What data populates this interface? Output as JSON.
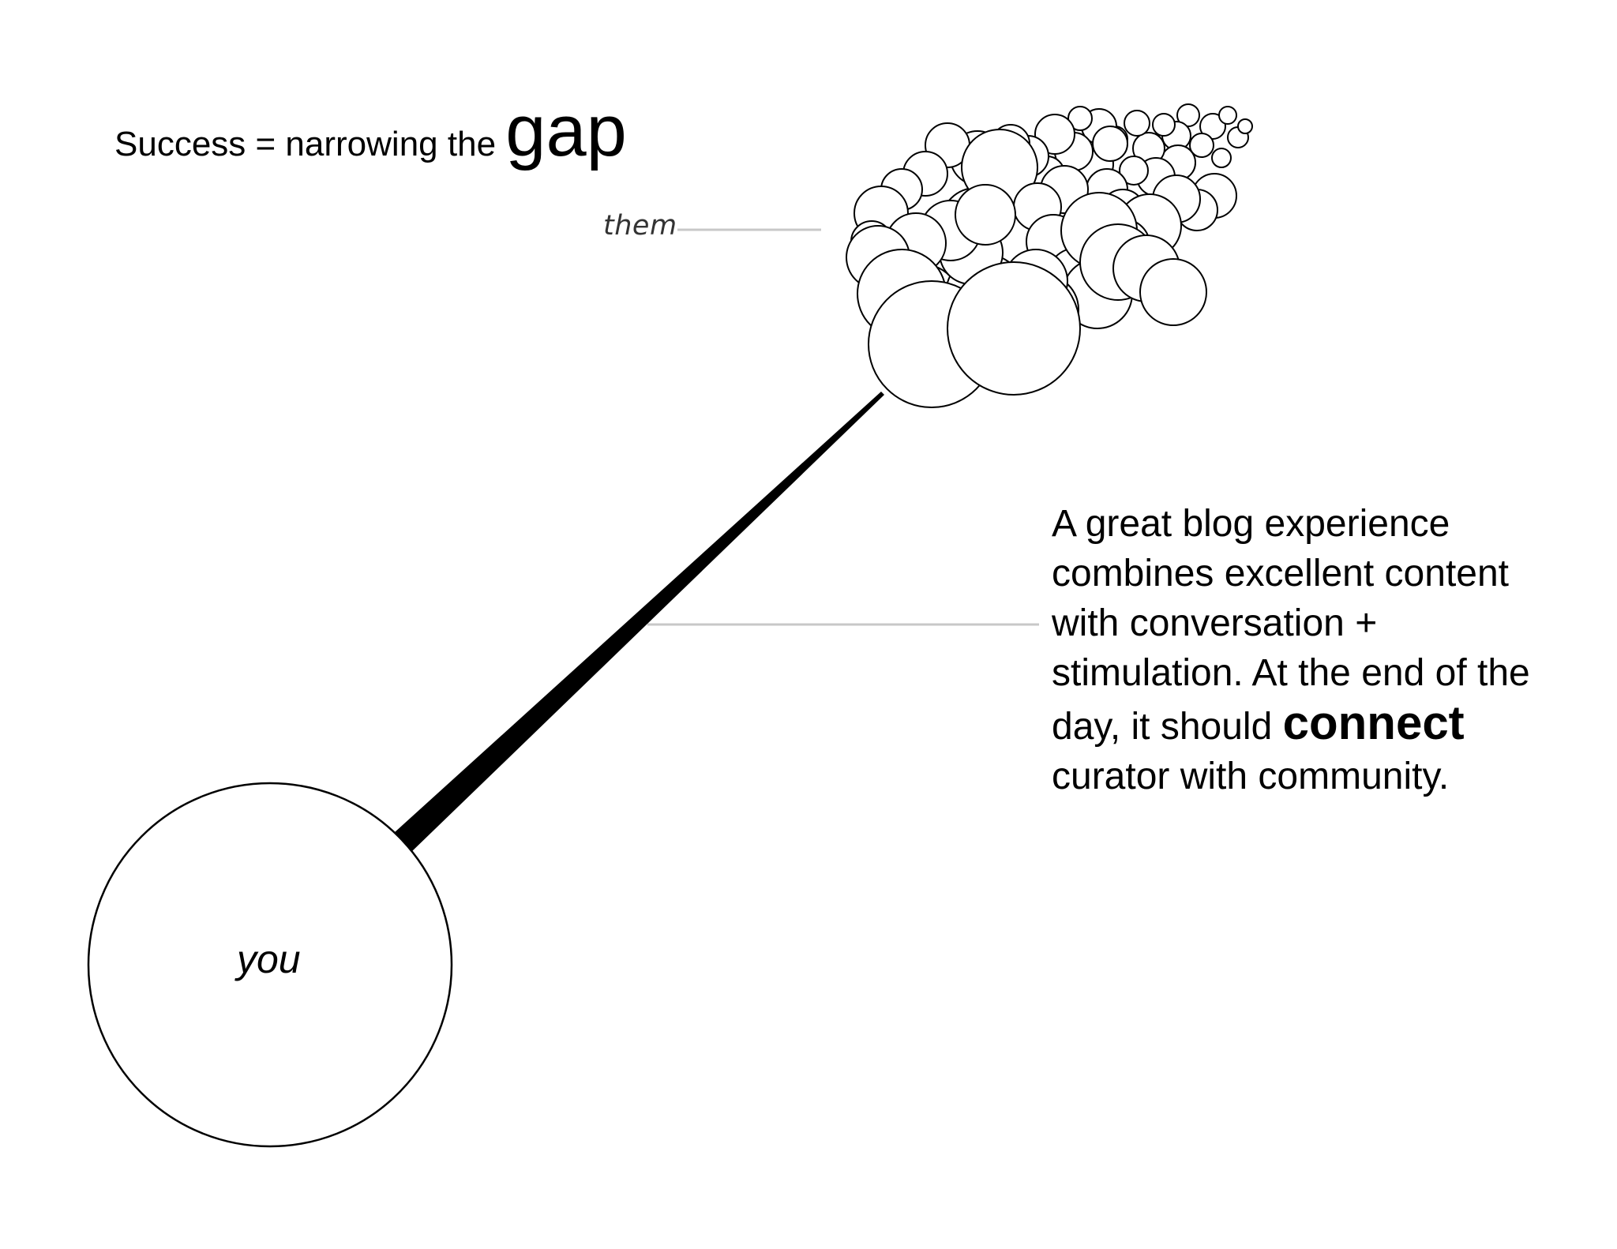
{
  "title": {
    "prefix": "Success = narrowing the",
    "emphasis": "gap"
  },
  "labels": {
    "them": "them",
    "you": "you"
  },
  "description": {
    "part1": "A great blog experience combines excellent content with conversation + stimulation.  At the end of the day, it should",
    "emphasis": "connect",
    "part2": "curator with community."
  },
  "colors": {
    "stroke": "#000000",
    "leader_line": "#c8c8c8",
    "fill": "#ffffff"
  }
}
